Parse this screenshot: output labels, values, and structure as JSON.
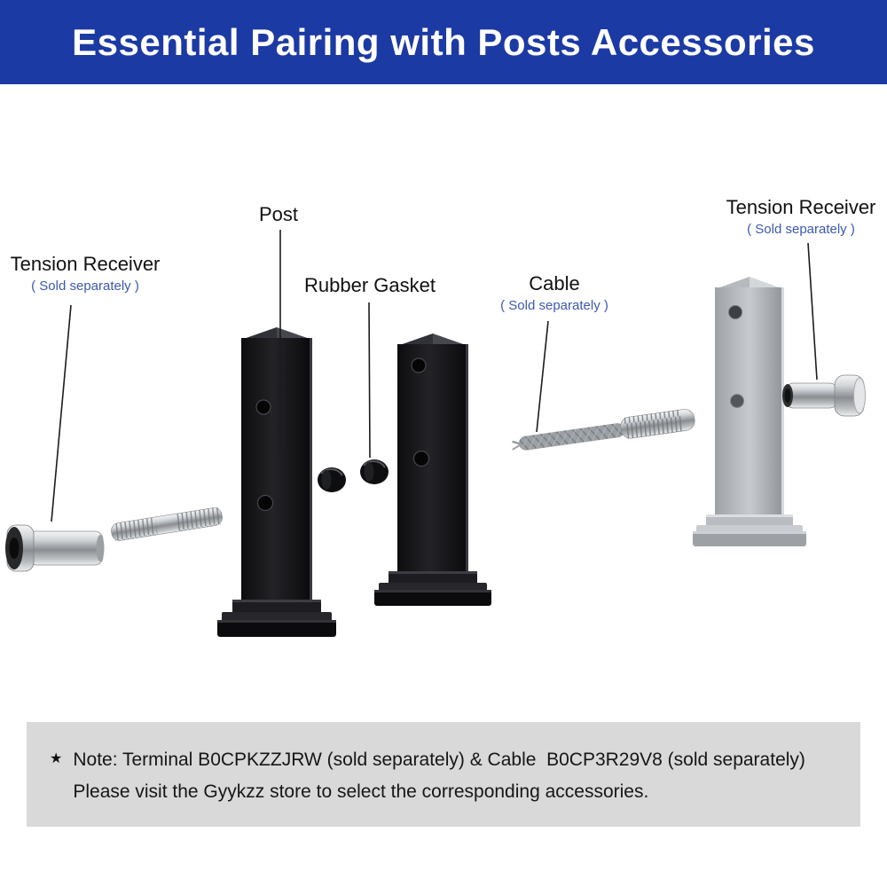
{
  "header": {
    "title": "Essential Pairing with Posts Accessories",
    "background_color": "#1c3aa3",
    "text_color": "#ffffff"
  },
  "labels": {
    "tension_receiver_left": {
      "title": "Tension Receiver",
      "subtitle": "( Sold separately )"
    },
    "post": {
      "title": "Post"
    },
    "rubber_gasket": {
      "title": "Rubber Gasket"
    },
    "cable": {
      "title": "Cable",
      "subtitle": "( Sold separately )"
    },
    "tension_receiver_right": {
      "title": "Tension Receiver",
      "subtitle": "( Sold separately )"
    }
  },
  "note": {
    "star_icon": "★",
    "line1": "Note: Terminal B0CPKZZJRW (sold separately) & Cable  B0CP3R29V8 (sold separately)",
    "line2": "Please visit the Gyykzz store to select the corresponding accessories.",
    "background_color": "#d9d9d9"
  },
  "colors": {
    "subtitle_blue": "#3d59b0",
    "label_text": "#111111",
    "post_black": "#131316",
    "post_gray": "#b3b7bb",
    "metal_silver": "#c7cace",
    "rubber_black": "#0e0e10"
  }
}
